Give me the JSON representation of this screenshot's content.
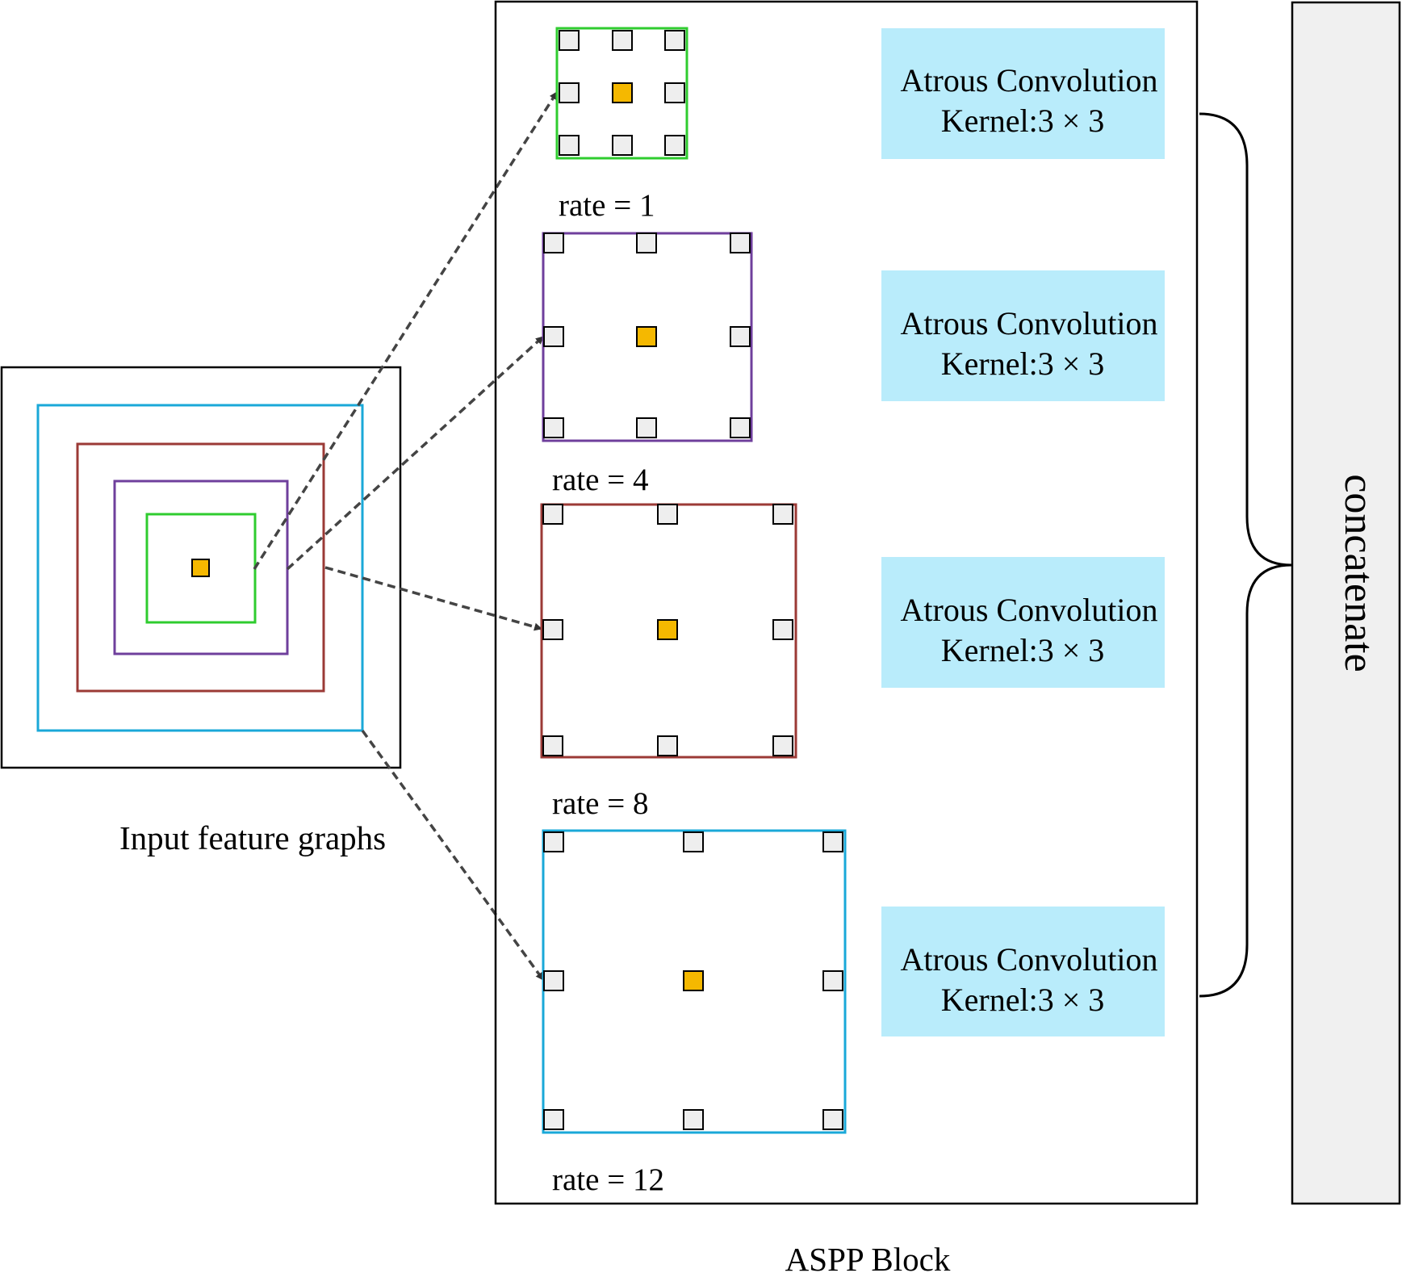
{
  "input": {
    "caption": "Input feature graphs",
    "ring_colors": [
      "#1aa8d8",
      "#9b3a36",
      "#6f3f9c",
      "#2fcc2f"
    ]
  },
  "aspp": {
    "caption": "ASPP Block",
    "branches": [
      {
        "rate_label": "rate = 1",
        "conv_line1": "Atrous Convolution",
        "conv_line2": "Kernel:3 × 3",
        "color": "#2fcc2f"
      },
      {
        "rate_label": "rate = 4",
        "conv_line1": "Atrous Convolution",
        "conv_line2": "Kernel:3 × 3",
        "color": "#6f3f9c"
      },
      {
        "rate_label": "rate = 8",
        "conv_line1": "Atrous Convolution",
        "conv_line2": "Kernel:3 × 3",
        "color": "#9b3a36"
      },
      {
        "rate_label": "rate = 12",
        "conv_line1": "Atrous Convolution",
        "conv_line2": "Kernel:3 × 3",
        "color": "#1aa8d8"
      }
    ]
  },
  "concat": {
    "label": "concatenate"
  },
  "colors": {
    "conv_box_fill": "#b9ecfb",
    "center_cell": "#f5b800",
    "sample_cell": "#eeeeee",
    "concat_fill": "#f0f0f0",
    "arrow": "#444444"
  }
}
